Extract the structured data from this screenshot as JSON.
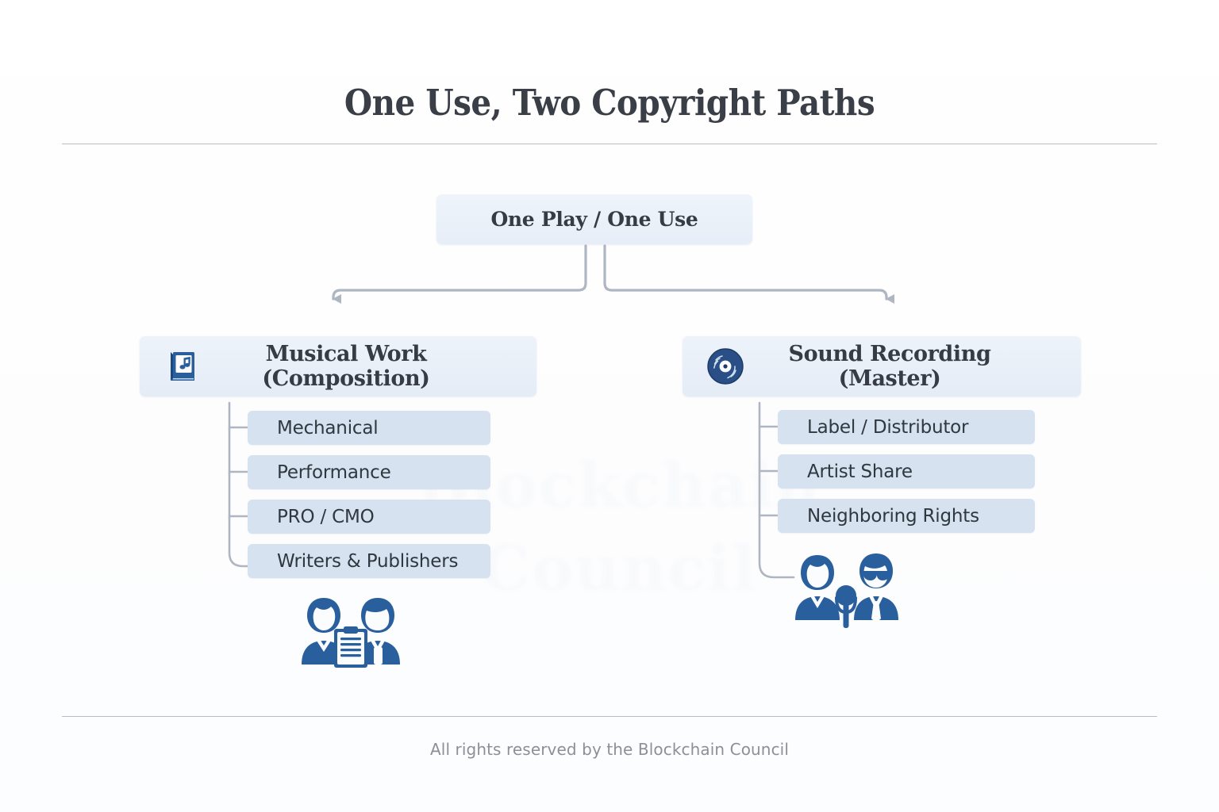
{
  "header": {
    "title": "One Use, Two Copyright Paths"
  },
  "footer": {
    "text": "All rights reserved by the Blockchain Council"
  },
  "watermark": {
    "text": "Blockchain Council"
  },
  "diagram": {
    "root": {
      "label": "One Play / One Use"
    },
    "branches": [
      {
        "id": "musical-work",
        "label": "Musical Work (Composition)",
        "icon": "music-book-icon",
        "items": [
          {
            "label": "Mechanical"
          },
          {
            "label": "Performance"
          },
          {
            "label": "PRO / CMO"
          },
          {
            "label": "Writers & Publishers"
          }
        ],
        "bottom_icon": "writers-publishers-icon"
      },
      {
        "id": "sound-recording",
        "label": "Sound Recording (Master)",
        "icon": "vinyl-record-icon",
        "items": [
          {
            "label": "Label / Distributor"
          },
          {
            "label": "Artist Share"
          },
          {
            "label": "Neighboring Rights"
          }
        ],
        "bottom_icon": "artist-performers-icon"
      }
    ]
  },
  "colors": {
    "title_text": "#3a3f47",
    "node_fill": "#e8eff8",
    "pill_fill": "#d6e2ef",
    "pill_text": "#2f3740",
    "connector": "#aeb6c2",
    "icon_blue": "#2a5f9e",
    "rule": "#b9bcc4",
    "footer_text": "#8b9097"
  }
}
